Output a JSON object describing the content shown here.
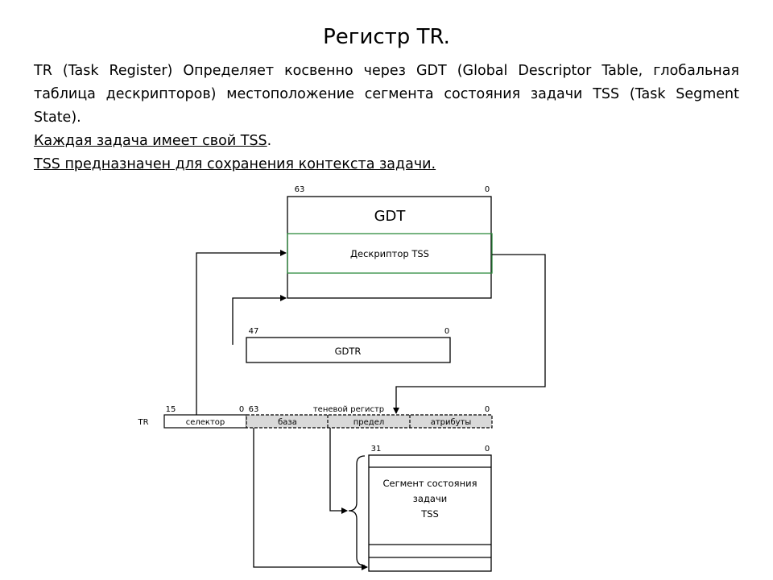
{
  "slide": {
    "title": "Регистр TR.",
    "paragraph1": "TR (Task Register) Определяет косвенно через GDT (Global Descriptor Table, глобальная таблица дескрипторов) местоположение сегмента состояния задачи TSS (Task Segment State).",
    "line2_underlined": "Каждая задача имеет свой TSS",
    "line2_tail": ".",
    "line3_underlined": "TSS предназначен для сохранения контекста задачи."
  },
  "diagram": {
    "gdt": {
      "bit_high": "63",
      "bit_low": "0",
      "label": "GDT",
      "descriptor_label": "Дескриптор TSS"
    },
    "gdtr": {
      "bit_high": "47",
      "bit_low": "0",
      "label": "GDTR"
    },
    "tr": {
      "name": "TR",
      "selector_bit_high": "15",
      "selector_bit_low": "0",
      "shadow_bit_high": "63",
      "shadow_label": "теневой регистр",
      "shadow_bit_low": "0",
      "fields": {
        "selector": "селектор",
        "base": "база",
        "limit": "предел",
        "attributes": "атрибуты"
      }
    },
    "tss": {
      "bit_high": "31",
      "bit_low": "0",
      "line1": "Сегмент состояния",
      "line2": "задачи",
      "line3": "TSS"
    }
  }
}
